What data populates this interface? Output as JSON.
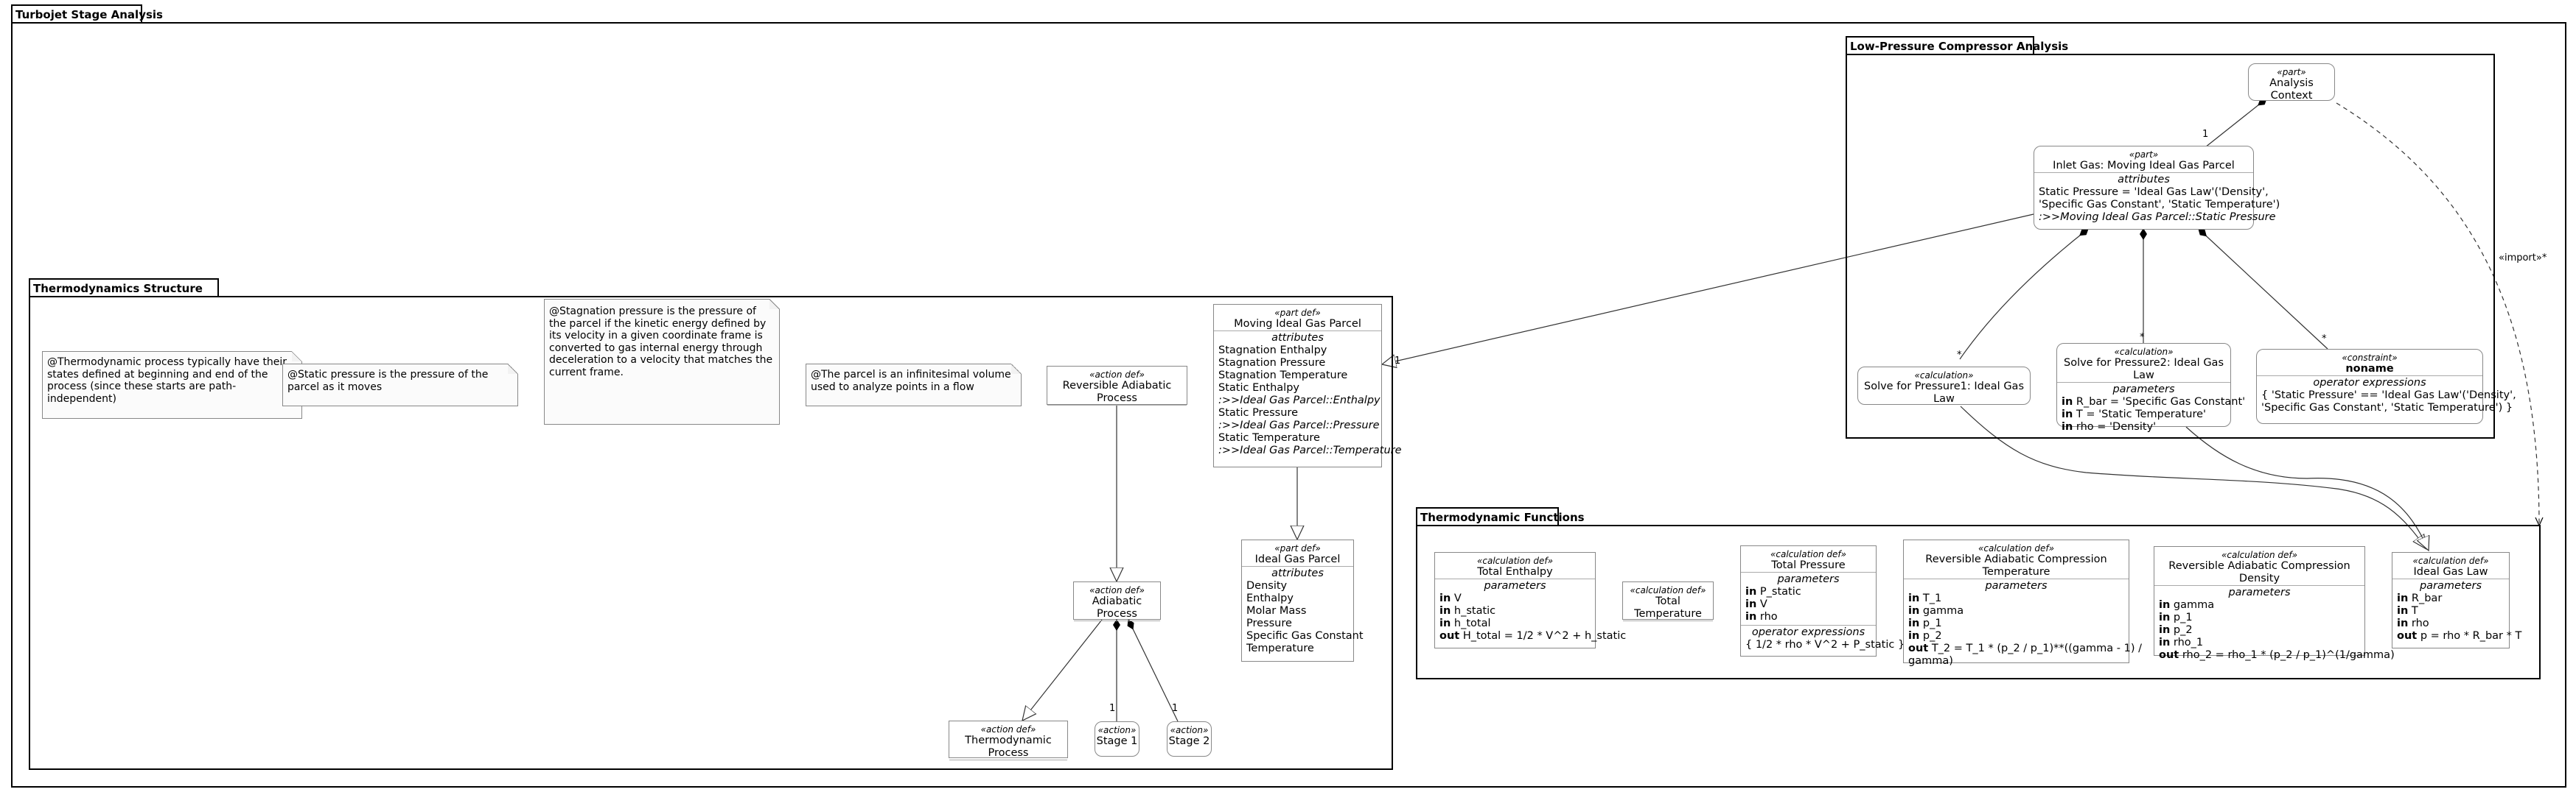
{
  "packages": {
    "root": "Turbojet Stage Analysis",
    "lpc": "Low-Pressure Compressor Analysis",
    "thermo_struct": "Thermodynamics Structure",
    "thermo_funcs": "Thermodynamic Functions"
  },
  "notes": [
    "@Thermodynamic process typically have their states defined at beginning and end of the process (since these starts are path-independent)",
    "@Static pressure is the pressure of the parcel as it moves",
    "@Stagnation pressure is the pressure of the parcel if the kinetic energy defined by its velocity in a given coordinate frame is converted to gas internal energy through deceleration to a velocity that matches the current frame.",
    "@The parcel is an infinitesimal volume used to analyze points in a flow"
  ],
  "nodes": {
    "analysis_context": {
      "stereo": "«part»",
      "name": "Analysis Context"
    },
    "inlet_gas": {
      "stereo": "«part»",
      "name": "Inlet Gas: Moving Ideal Gas Parcel",
      "section": "attributes",
      "lines": [
        "Static Pressure = 'Ideal Gas Law'('Density',",
        "'Specific Gas Constant', 'Static Temperature')",
        ":>>Moving Ideal Gas Parcel::Static Pressure"
      ]
    },
    "solve_p1": {
      "stereo": "«calculation»",
      "name": "Solve for Pressure1: Ideal Gas Law"
    },
    "solve_p2": {
      "stereo": "«calculation»",
      "name": "Solve for Pressure2: Ideal Gas Law",
      "section": "parameters",
      "params": [
        {
          "dir": "in",
          "text": "R_bar = 'Specific Gas Constant'"
        },
        {
          "dir": "in",
          "text": "T = 'Static Temperature'"
        },
        {
          "dir": "in",
          "text": "rho = 'Density'"
        }
      ]
    },
    "constraint": {
      "stereo": "«constraint»",
      "name": "noname",
      "section": "operator expressions",
      "lines": [
        "{ 'Static Pressure' == 'Ideal Gas Law'('Density',",
        "'Specific Gas Constant', 'Static Temperature') }"
      ]
    },
    "moving_parcel": {
      "stereo": "«part def»",
      "name": "Moving Ideal Gas Parcel",
      "section": "attributes",
      "lines": [
        "Stagnation Enthalpy",
        "Stagnation Pressure",
        "Stagnation Temperature",
        "Static Enthalpy",
        ":>>Ideal Gas Parcel::Enthalpy",
        "Static Pressure",
        ":>>Ideal Gas Parcel::Pressure",
        "Static Temperature",
        ":>>Ideal Gas Parcel::Temperature"
      ]
    },
    "rev_adiabatic": {
      "stereo": "«action def»",
      "name": "Reversible Adiabatic Process"
    },
    "adiabatic": {
      "stereo": "«action def»",
      "name": "Adiabatic Process"
    },
    "ideal_gas_parcel": {
      "stereo": "«part def»",
      "name": "Ideal Gas Parcel",
      "section": "attributes",
      "lines": [
        "Density",
        "Enthalpy",
        "Molar Mass",
        "Pressure",
        "Specific Gas Constant",
        "Temperature"
      ]
    },
    "thermo_process": {
      "stereo": "«action def»",
      "name": "Thermodynamic Process"
    },
    "stage1": {
      "stereo": "«action»",
      "name": "Stage 1"
    },
    "stage2": {
      "stereo": "«action»",
      "name": "Stage 2"
    },
    "total_enthalpy": {
      "stereo": "«calculation def»",
      "name": "Total Enthalpy",
      "section": "parameters",
      "params": [
        {
          "dir": "in",
          "text": "V"
        },
        {
          "dir": "in",
          "text": "h_static"
        },
        {
          "dir": "in",
          "text": "h_total"
        },
        {
          "dir": "out",
          "text": "H_total = 1/2 * V^2 + h_static"
        }
      ]
    },
    "total_temperature": {
      "stereo": "«calculation def»",
      "name": "Total Temperature"
    },
    "total_pressure": {
      "stereo": "«calculation def»",
      "name": "Total Pressure",
      "section": "parameters",
      "params": [
        {
          "dir": "in",
          "text": "P_static"
        },
        {
          "dir": "in",
          "text": "V"
        },
        {
          "dir": "in",
          "text": "rho"
        }
      ],
      "section2": "operator expressions",
      "lines": [
        "{ 1/2 * rho * V^2 + P_static }"
      ]
    },
    "rev_temp": {
      "stereo": "«calculation def»",
      "name": "Reversible Adiabatic Compression Temperature",
      "section": "parameters",
      "params": [
        {
          "dir": "in",
          "text": "T_1"
        },
        {
          "dir": "in",
          "text": "gamma"
        },
        {
          "dir": "in",
          "text": "p_1"
        },
        {
          "dir": "in",
          "text": "p_2"
        },
        {
          "dir": "out",
          "text": "T_2 = T_1 * (p_2 / p_1)**((gamma - 1) /"
        }
      ],
      "cont": "gamma)"
    },
    "rev_density": {
      "stereo": "«calculation def»",
      "name": "Reversible Adiabatic Compression Density",
      "section": "parameters",
      "params": [
        {
          "dir": "in",
          "text": "gamma"
        },
        {
          "dir": "in",
          "text": "p_1"
        },
        {
          "dir": "in",
          "text": "p_2"
        },
        {
          "dir": "in",
          "text": "rho_1"
        },
        {
          "dir": "out",
          "text": "rho_2 = rho_1 * (p_2 / p_1)^(1/gamma)"
        }
      ]
    },
    "ideal_gas_law": {
      "stereo": "«calculation def»",
      "name": "Ideal Gas Law",
      "section": "parameters",
      "params": [
        {
          "dir": "in",
          "text": "R_bar"
        },
        {
          "dir": "in",
          "text": "T"
        },
        {
          "dir": "in",
          "text": "rho"
        },
        {
          "dir": "out",
          "text": "p = rho * R_bar * T"
        }
      ]
    }
  },
  "edge_labels": {
    "import": "«import»*",
    "mult_1": "1",
    "mult_star": "*",
    "stage1_mult": "1",
    "stage2_mult": "1"
  }
}
